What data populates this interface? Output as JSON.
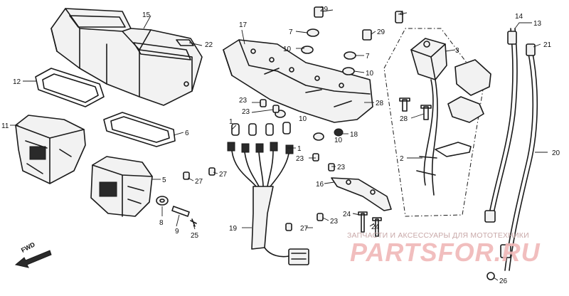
{
  "watermark": {
    "caption": "ЗАПЧАСТИ И АКСЕССУАРЫ ДЛЯ МОТОТЕХНИКИ",
    "logo": "PARTSFOR.RU"
  },
  "direction_marker": "FWD",
  "callouts": [
    {
      "id": "c1a",
      "text": "1"
    },
    {
      "id": "c1b",
      "text": "1"
    },
    {
      "id": "c2",
      "text": "2"
    },
    {
      "id": "c3",
      "text": "3"
    },
    {
      "id": "c4",
      "text": "4"
    },
    {
      "id": "c5",
      "text": "5"
    },
    {
      "id": "c6",
      "text": "6"
    },
    {
      "id": "c7a",
      "text": "7"
    },
    {
      "id": "c7b",
      "text": "7"
    },
    {
      "id": "c8",
      "text": "8"
    },
    {
      "id": "c9",
      "text": "9"
    },
    {
      "id": "c10a",
      "text": "10"
    },
    {
      "id": "c10b",
      "text": "10"
    },
    {
      "id": "c10c",
      "text": "10"
    },
    {
      "id": "c10d",
      "text": "10"
    },
    {
      "id": "c11",
      "text": "11"
    },
    {
      "id": "c12",
      "text": "12"
    },
    {
      "id": "c13",
      "text": "13"
    },
    {
      "id": "c14",
      "text": "14"
    },
    {
      "id": "c15",
      "text": "15"
    },
    {
      "id": "c16",
      "text": "16"
    },
    {
      "id": "c17",
      "text": "17"
    },
    {
      "id": "c18",
      "text": "18"
    },
    {
      "id": "c19",
      "text": "19"
    },
    {
      "id": "c20",
      "text": "20"
    },
    {
      "id": "c21",
      "text": "21"
    },
    {
      "id": "c22",
      "text": "22"
    },
    {
      "id": "c23a",
      "text": "23"
    },
    {
      "id": "c23b",
      "text": "23"
    },
    {
      "id": "c23c",
      "text": "23"
    },
    {
      "id": "c23d",
      "text": "23"
    },
    {
      "id": "c23e",
      "text": "23"
    },
    {
      "id": "c24a",
      "text": "24"
    },
    {
      "id": "c24b",
      "text": "24"
    },
    {
      "id": "c25",
      "text": "25"
    },
    {
      "id": "c26",
      "text": "26"
    },
    {
      "id": "c27a",
      "text": "27"
    },
    {
      "id": "c27b",
      "text": "27"
    },
    {
      "id": "c27c",
      "text": "27"
    },
    {
      "id": "c28a",
      "text": "28"
    },
    {
      "id": "c28b",
      "text": "28"
    },
    {
      "id": "c29a",
      "text": "29"
    },
    {
      "id": "c29b",
      "text": "29"
    }
  ]
}
